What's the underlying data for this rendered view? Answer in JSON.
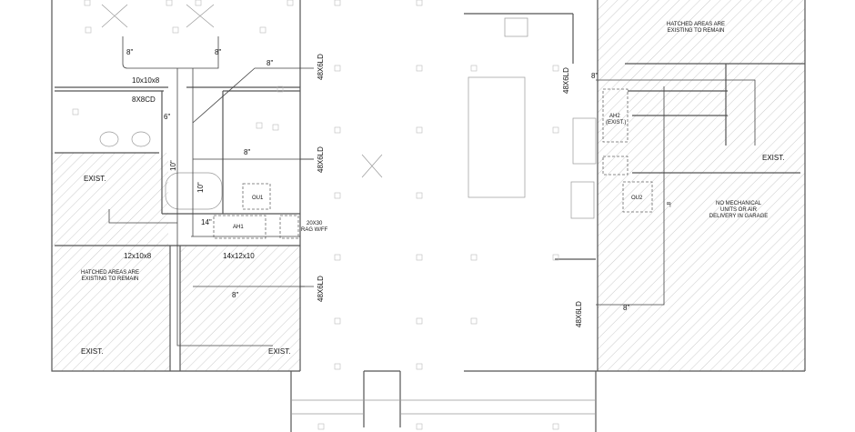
{
  "drawing": {
    "duct_sizes": {
      "d8_a": "8\"",
      "d8_b": "8\"",
      "d8_c": "8\"",
      "d8_d": "8\"",
      "d8_e": "8\"",
      "d8_f": "8\"",
      "d8_g": "8\"",
      "d6": "6\"",
      "d10_a": "10\"",
      "d10_b": "10\"",
      "d14": "14\"",
      "d8_rot": "8\""
    },
    "fittings": {
      "f1": "10x10x8",
      "f2": "8X8CD",
      "f3": "12x10x8",
      "f4": "14x12x10"
    },
    "grilles": [
      "48X6LD",
      "48X6LD",
      "48X6LD",
      "48X6LD",
      "48X6LD"
    ],
    "existing": [
      "EXIST.",
      "EXIST.",
      "EXIST.",
      "EXIST."
    ],
    "equipment": {
      "ou1": "OU1",
      "ah1": "AH1",
      "rag_size": "20X30",
      "rag_type": "RAG W/FF",
      "ah2": "AH2",
      "ah2_note": "(EXIST.)",
      "ou2": "OU2"
    },
    "notes": {
      "hatched_left": [
        "HATCHED AREAS ARE",
        "EXISTING TO REMAIN"
      ],
      "hatched_right": [
        "HATCHED AREAS ARE",
        "EXISTING TO REMAIN"
      ],
      "garage": [
        "NO MECHANICAL",
        "UNITS OR AIR",
        "DELIVERY IN GARAGE"
      ]
    }
  }
}
